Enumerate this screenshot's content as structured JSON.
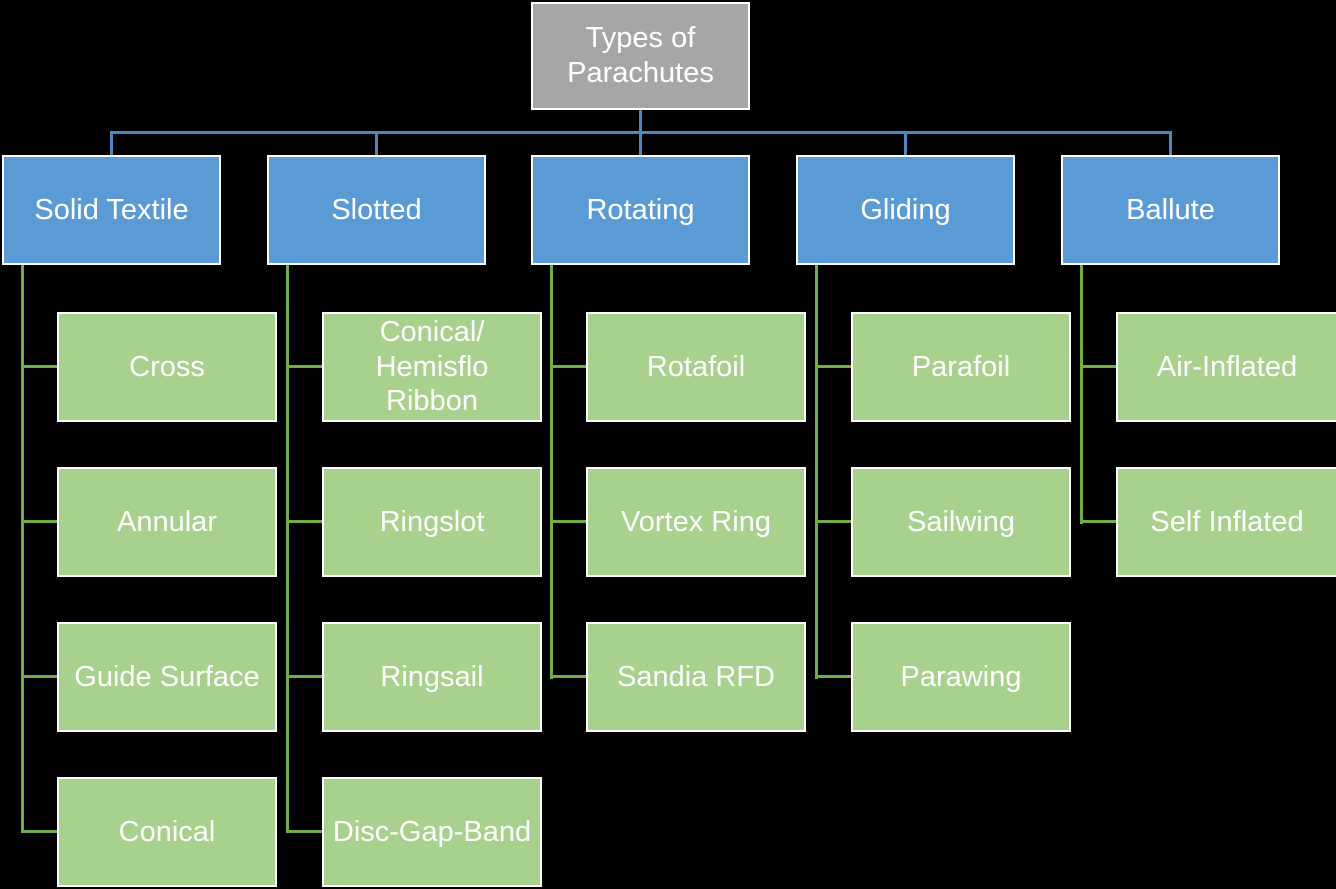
{
  "diagram": {
    "root": {
      "label": "Types of Parachutes"
    },
    "categories": [
      {
        "label": "Solid Textile",
        "children": [
          {
            "label": "Cross"
          },
          {
            "label": "Annular"
          },
          {
            "label": "Guide Surface"
          },
          {
            "label": "Conical"
          }
        ]
      },
      {
        "label": "Slotted",
        "children": [
          {
            "label": "Conical/ Hemisflo Ribbon"
          },
          {
            "label": "Ringslot"
          },
          {
            "label": "Ringsail"
          },
          {
            "label": "Disc-Gap-Band"
          }
        ]
      },
      {
        "label": "Rotating",
        "children": [
          {
            "label": "Rotafoil"
          },
          {
            "label": "Vortex Ring"
          },
          {
            "label": "Sandia RFD"
          }
        ]
      },
      {
        "label": "Gliding",
        "children": [
          {
            "label": "Parafoil"
          },
          {
            "label": "Sailwing"
          },
          {
            "label": "Parawing"
          }
        ]
      },
      {
        "label": "Ballute",
        "children": [
          {
            "label": "Air-Inflated"
          },
          {
            "label": "Self Inflated"
          }
        ]
      }
    ],
    "colors": {
      "background": "#000000",
      "root_fill": "#a6a6a6",
      "category_fill": "#5b9bd5",
      "leaf_fill": "#a9d18e",
      "category_connector": "#4e86c0",
      "leaf_connector": "#70ad47",
      "node_border": "#ffffff",
      "text": "#ffffff"
    }
  }
}
